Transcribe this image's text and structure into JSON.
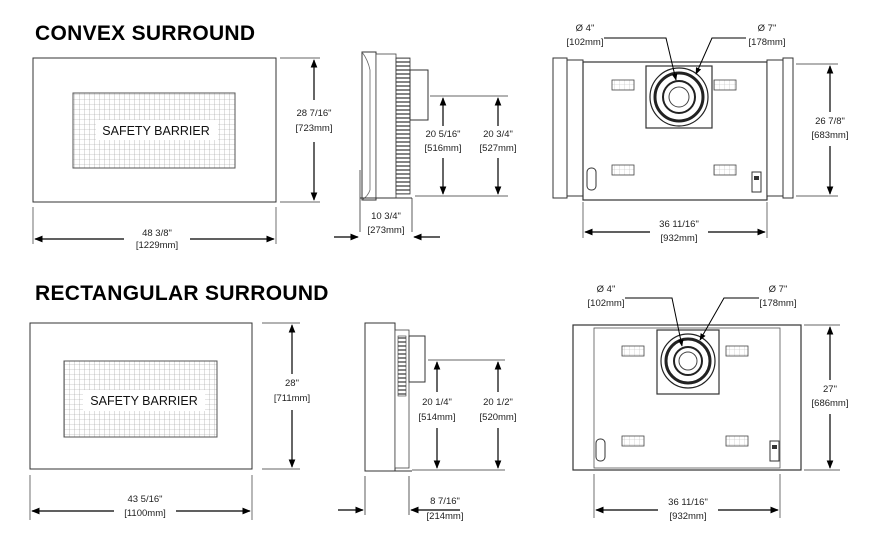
{
  "sections": {
    "convex": {
      "title": "CONVEX SURROUND",
      "barrier": "SAFETY BARRIER",
      "width": [
        "48 3/8\"",
        "[1229mm]"
      ],
      "height": [
        "28 7/16\"",
        "[723mm]"
      ],
      "side_h1": [
        "20 5/16\"",
        "[516mm]"
      ],
      "side_h2": [
        "20 3/4\"",
        "[527mm]"
      ],
      "depth": [
        "10 3/4\"",
        "[273mm]"
      ],
      "flue_inner": [
        "Ø  4\"",
        "[102mm]"
      ],
      "flue_outer": [
        "Ø  7\"",
        "[178mm]"
      ],
      "back_h": [
        "26 7/8\"",
        "[683mm]"
      ],
      "back_w": [
        "36 11/16\"",
        "[932mm]"
      ]
    },
    "rectangular": {
      "title": "RECTANGULAR SURROUND",
      "barrier": "SAFETY BARRIER",
      "width": [
        "43 5/16\"",
        "[1100mm]"
      ],
      "height": [
        "28\"",
        "[711mm]"
      ],
      "side_h1": [
        "20 1/4\"",
        "[514mm]"
      ],
      "side_h2": [
        "20 1/2\"",
        "[520mm]"
      ],
      "depth": [
        "8 7/16\"",
        "[214mm]"
      ],
      "flue_inner": [
        "Ø  4\"",
        "[102mm]"
      ],
      "flue_outer": [
        "Ø  7\"",
        "[178mm]"
      ],
      "back_h": [
        "27\"",
        "[686mm]"
      ],
      "back_w": [
        "36 11/16\"",
        "[932mm]"
      ]
    }
  }
}
